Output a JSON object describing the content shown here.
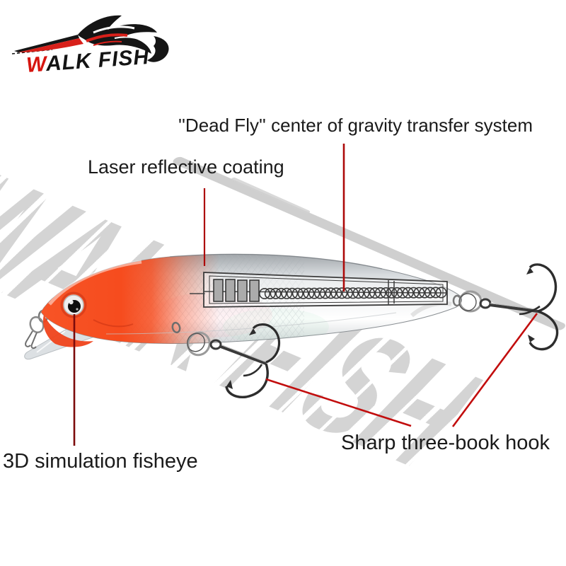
{
  "page": {
    "background": "#ffffff"
  },
  "brand": {
    "logo_icon": "leaping-marlin-fish",
    "initial": "W",
    "rest": "ALK FISH",
    "full_name": "WALK FISH",
    "red": "#d8201a",
    "black": "#151515"
  },
  "watermark": {
    "text": "WALK FISH",
    "color": "#d4d4d4"
  },
  "callouts": [
    {
      "id": "dead-fly-system",
      "label": "''Dead Fly'' center of gravity transfer system",
      "line_color": "#ad0a0a"
    },
    {
      "id": "laser-coating",
      "label": "Laser reflective coating",
      "line_color": "#ad0a0a"
    },
    {
      "id": "3d-fisheye",
      "label": "3D simulation fisheye",
      "line_color": "#7c0b0b"
    },
    {
      "id": "treble-hook",
      "label": "Sharp three-book hook",
      "line_color": "#c20d0d"
    }
  ],
  "lure_colors": {
    "head": "#f6501e",
    "body_silver": "#dfe3e6",
    "hardware": "#3a3a3a",
    "ballast_weight": "#ababab"
  }
}
